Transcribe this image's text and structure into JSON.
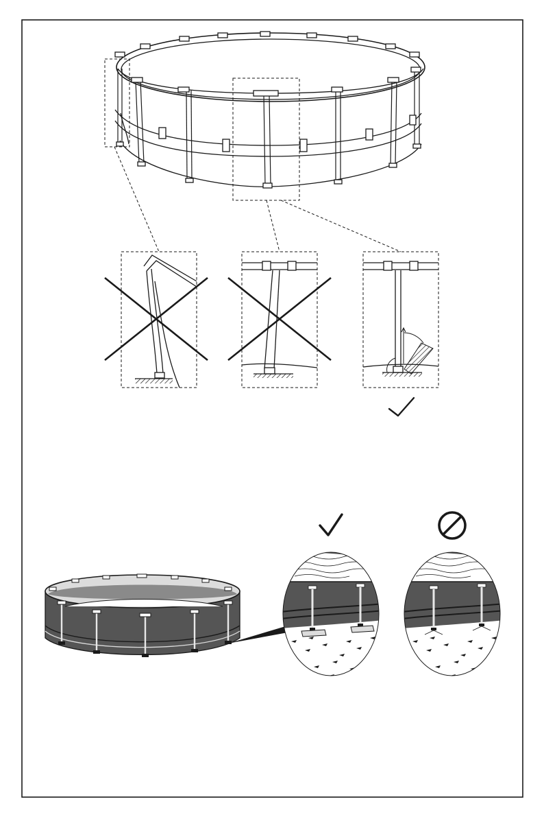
{
  "colors": {
    "ink": "#1a1a1a",
    "wall_dark": "#555555",
    "wall_mid": "#8a8a8a",
    "water_light": "#dcdcdc",
    "paper": "#ffffff"
  },
  "upper_section": {
    "pool_illustration": "frame-pool-leg-detail",
    "details": [
      {
        "id": "leg-bent-outward",
        "verdict": "incorrect",
        "verdict_icon": "cross-mark-icon"
      },
      {
        "id": "leg-tilted-inward",
        "verdict": "incorrect",
        "verdict_icon": "cross-mark-icon"
      },
      {
        "id": "leg-vertical",
        "verdict": "correct",
        "verdict_icon": "checkmark-icon"
      }
    ]
  },
  "lower_section": {
    "pool_illustration": "assembled-frame-pool",
    "details": [
      {
        "id": "legs-on-boards",
        "verdict": "correct",
        "verdict_icon": "checkmark-icon"
      },
      {
        "id": "legs-on-ground",
        "verdict": "prohibited",
        "verdict_icon": "prohibited-icon"
      }
    ]
  }
}
